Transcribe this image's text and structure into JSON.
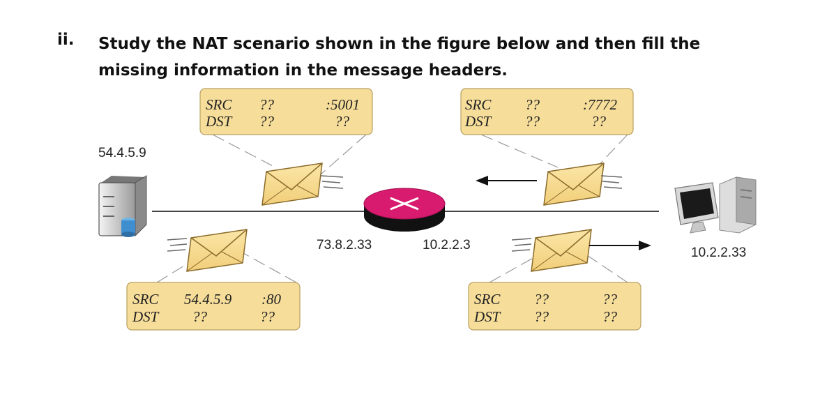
{
  "question": {
    "number": "ii.",
    "text": "Study the NAT scenario shown in the figure below and then fill the missing information in the message headers."
  },
  "addresses": {
    "server": "54.4.5.9",
    "nat_public": "73.8.2.33",
    "nat_private": "10.2.2.3",
    "client": "10.2.2.33"
  },
  "headers": {
    "top_left": {
      "src_label": "SRC",
      "src_ip": "??",
      "src_port": ":5001",
      "dst_label": "DST",
      "dst_ip": "??",
      "dst_port": "??"
    },
    "top_right": {
      "src_label": "SRC",
      "src_ip": "??",
      "src_port": ":7772",
      "dst_label": "DST",
      "dst_ip": "??",
      "dst_port": "??"
    },
    "bottom_left": {
      "src_label": "SRC",
      "src_ip": "54.4.5.9",
      "src_port": ":80",
      "dst_label": "DST",
      "dst_ip": "??",
      "dst_port": "??"
    },
    "bottom_right": {
      "src_label": "SRC",
      "src_ip": "??",
      "src_port": "??",
      "dst_label": "DST",
      "dst_ip": "??",
      "dst_port": "??"
    }
  },
  "colors": {
    "box_fill": "#f6dd9a",
    "box_stroke": "#b8a060",
    "router_top": "#d81b6e",
    "router_base": "#111111"
  },
  "icons": [
    "server-icon",
    "router-icon",
    "computer-icon",
    "envelope-icon",
    "arrow-left-icon",
    "arrow-right-icon"
  ]
}
